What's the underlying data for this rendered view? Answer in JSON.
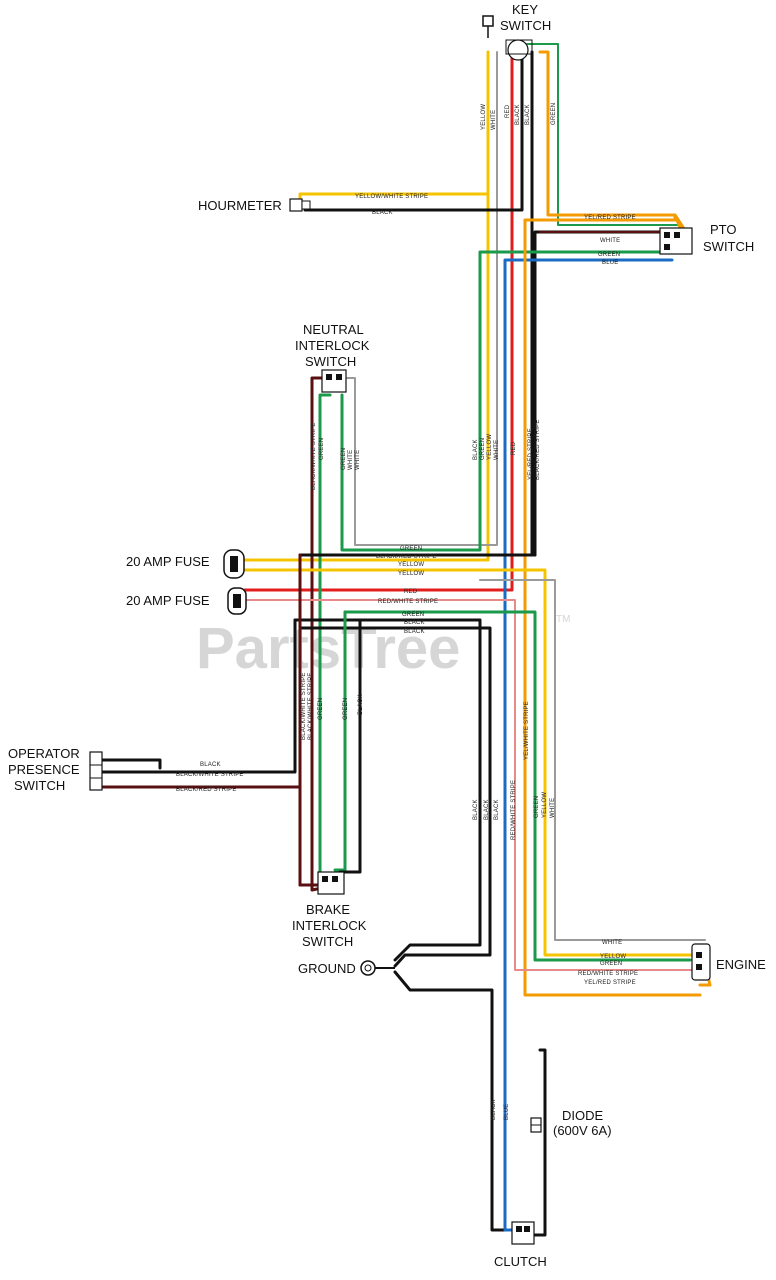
{
  "components": {
    "key_switch": "KEY\nSWITCH",
    "hourmeter": "HOURMETER",
    "pto_switch": "PTO\nSWITCH",
    "neutral_interlock_switch": "NEUTRAL\nINTERLOCK\nSWITCH",
    "fuse_1": "20 AMP FUSE",
    "fuse_2": "20 AMP FUSE",
    "operator_presence_switch": "OPERATOR\nPRESENCE\nSWITCH",
    "brake_interlock_switch": "BRAKE\nINTERLOCK\nSWITCH",
    "ground": "GROUND",
    "engine": "ENGINE",
    "diode": "DIODE\n(600V 6A)",
    "clutch": "CLUTCH"
  },
  "watermark": "PartsTree",
  "watermark_tm": "TM",
  "wire_labels": {
    "key_yellow": "YELLOW",
    "key_white": "WHITE",
    "key_red": "RED",
    "key_black1": "BLACK",
    "key_black2": "BLACK",
    "key_green": "GREEN",
    "hour_ywstripe": "YELLOW/WHITE STRIPE",
    "hour_black": "BLACK",
    "pto_yrstripe": "YEL/RED STRIPE",
    "pto_white": "WHITE",
    "pto_green": "GREEN",
    "pto_blue": "BLUE",
    "ni_bwstripe": "BLACK/WHITE STRIPE",
    "ni_green": "GREEN",
    "ni_green2": "GREEN",
    "ni_white1": "WHITE",
    "ni_white2": "WHITE",
    "trunk_black": "BLACK",
    "trunk_green": "GREEN",
    "trunk_yellow": "YELLOW",
    "trunk_white": "WHITE",
    "trunk_red": "RED",
    "trunk_yrstripe": "YEL/RED STRIPE",
    "trunk_brstripe": "BLACK/RED STRIPE",
    "h_green": "GREEN",
    "h_brstripe": "BLACK/RED STRIPE",
    "h_yellow1": "YELLOW",
    "h_yellow2": "YELLOW",
    "h_red": "RED",
    "h_rwstripe": "RED/WHITE STRIPE",
    "h_green2": "GREEN",
    "h_black1": "BLACK",
    "h_black2": "BLACK",
    "bi_bwstripe1": "BLACK/WHITE STRIPE",
    "bi_bwstripe2": "BLACK/WHITE STRIPE",
    "bi_green": "GREEN",
    "bi_green2": "GREEN",
    "bi_black": "BLACK",
    "op_black": "BLACK",
    "op_bwstripe": "BLACK/WHITE STRIPE",
    "op_brstripe": "BLACK/RED STRIPE",
    "gnd_black1": "BLACK",
    "gnd_black2": "BLACK",
    "gnd_black3": "BLACK",
    "mid_rwstripe": "RED/WHITE STRIPE",
    "mid_yrstripe": "YEL/WHITE STRIPE",
    "mid_green": "GREEN",
    "mid_yellow": "YELLOW",
    "mid_white": "WHITE",
    "eng_white": "WHITE",
    "eng_yellow": "YELLOW",
    "eng_green": "GREEN",
    "eng_rwstripe": "RED/WHITE STRIPE",
    "eng_yrstripe": "YEL/RED STRIPE",
    "cl_black": "BLACK",
    "cl_blue": "BLUE"
  },
  "colors": {
    "yellow": "#f5c400",
    "orange": "#f39b00",
    "green": "#1a9a4a",
    "red": "#e31d1d",
    "black": "#111111",
    "blue": "#1b6bc4",
    "white": "#9a9a9a",
    "maroon": "#5a1010",
    "pink": "#e88a8a"
  }
}
